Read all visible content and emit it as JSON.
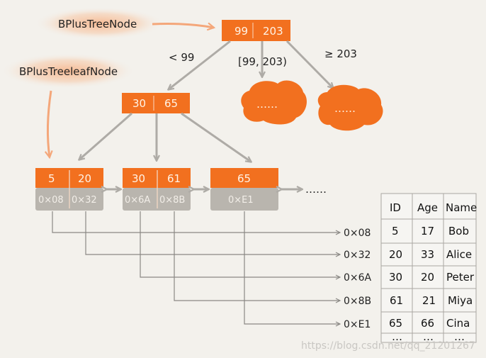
{
  "labels": {
    "internal_node": "BPlusTreeNode",
    "leaf_node": "BPlusTreeleafNode"
  },
  "root": {
    "keys": [
      "99",
      "203"
    ]
  },
  "branches": {
    "left": "< 99",
    "middle": "[99, 203)",
    "right": "≥ 203"
  },
  "internal": {
    "keys": [
      "30",
      "65"
    ]
  },
  "blobs": [
    "……",
    "……"
  ],
  "leaves": [
    {
      "keys": [
        "5",
        "20"
      ],
      "addrs": [
        "0×08",
        "0×32"
      ]
    },
    {
      "keys": [
        "30",
        "61"
      ],
      "addrs": [
        "0×6A",
        "0×8B"
      ]
    },
    {
      "keys": [
        "65"
      ],
      "addrs": [
        "0×E1"
      ]
    }
  ],
  "leaf_more": "……",
  "pointers": [
    "0×08",
    "0×32",
    "0×6A",
    "0×8B",
    "0×E1"
  ],
  "table": {
    "headers": [
      "ID",
      "Age",
      "Name"
    ],
    "rows": [
      [
        "5",
        "17",
        "Bob"
      ],
      [
        "20",
        "33",
        "Alice"
      ],
      [
        "30",
        "20",
        "Peter"
      ],
      [
        "61",
        "21",
        "Miya"
      ],
      [
        "65",
        "66",
        "Cina"
      ]
    ],
    "more": [
      "…",
      "…",
      "…"
    ]
  },
  "watermark": "https://blog.csdn.net/qq_21201267",
  "colors": {
    "orange": "#f2701f",
    "gray": "#b9b5ae",
    "arrow": "#aeaba6",
    "background": "#f3f1ec"
  }
}
